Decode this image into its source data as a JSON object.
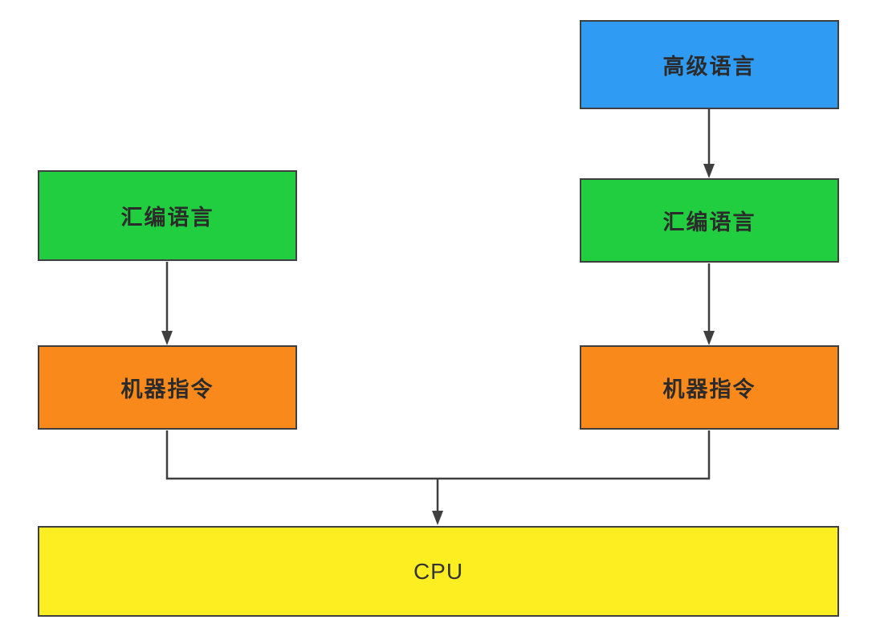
{
  "diagram": {
    "nodes": {
      "high_level": {
        "label": "高级语言",
        "fill": "#2f9bf3"
      },
      "assembly_left": {
        "label": "汇编语言",
        "fill": "#21ce40"
      },
      "assembly_right": {
        "label": "汇编语言",
        "fill": "#21ce40"
      },
      "machine_left": {
        "label": "机器指令",
        "fill": "#f8891a"
      },
      "machine_right": {
        "label": "机器指令",
        "fill": "#f8891a"
      },
      "cpu": {
        "label": "CPU",
        "fill": "#fdee21"
      }
    },
    "line_color": "#3f3f3f",
    "border_color": "#3f3f3f"
  }
}
